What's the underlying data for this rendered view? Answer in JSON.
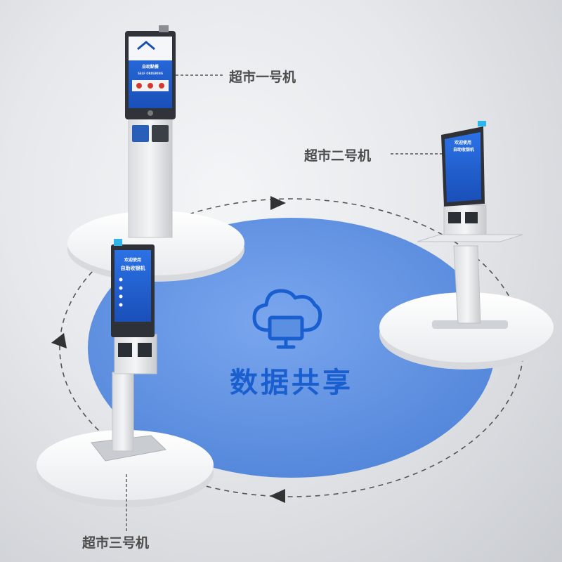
{
  "center": {
    "title": "数据共享",
    "icon": "cloud-computer-icon"
  },
  "kiosks": [
    {
      "label": "超市一号机",
      "screen_title": "自助點餐",
      "screen_subtitle": "SELF ORDERING"
    },
    {
      "label": "超市二号机",
      "screen_title": "欢迎使用",
      "screen_subtitle": "自助收银机"
    },
    {
      "label": "超市三号机",
      "screen_title": "欢迎使用",
      "screen_subtitle": "自助收银机"
    }
  ],
  "colors": {
    "accent": "#1a5fd0",
    "blue_disc": "#5b8fe2",
    "screen_blue": "#1e5fd6"
  }
}
